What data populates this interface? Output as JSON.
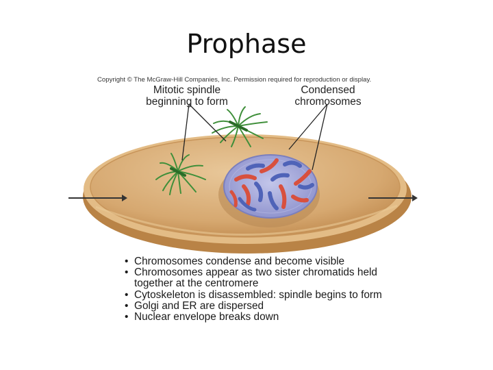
{
  "slide": {
    "title": "Prophase"
  },
  "figure": {
    "copyright": "Copyright © The McGraw-Hill Companies, Inc. Permission required for reproduction or display.",
    "label_spindle_line1": "Mitotic spindle",
    "label_spindle_line2": "beginning to form",
    "label_chromosomes_line1": "Condensed",
    "label_chromosomes_line2": "chromosomes",
    "bullets": [
      "Chromosomes condense and become visible",
      "Chromosomes appear as two sister chromatids held together at the centromere",
      "Cytoskeleton is disassembled: spindle begins to form",
      "Golgi and ER are dispersed",
      "Nuclear envelope breaks down"
    ]
  },
  "colors": {
    "cytoplasm": "#d9ae78",
    "membrane_edge": "#a8763e",
    "nucleus": "#a5a9d8",
    "spindle": "#3f8f3a",
    "chromosome_red": "#d8503e",
    "chromosome_blue": "#4f63b8"
  }
}
